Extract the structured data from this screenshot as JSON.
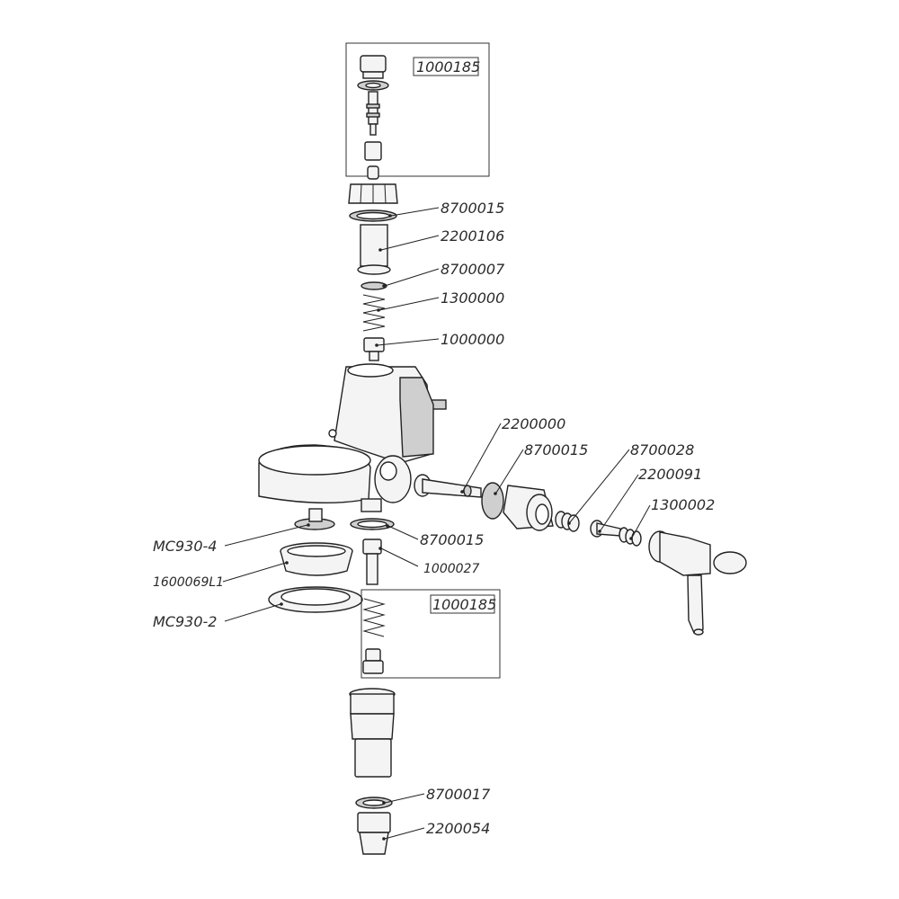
{
  "diagram": {
    "callouts": [
      {
        "id": "c-8700015-top",
        "text": "8700015"
      },
      {
        "id": "c-2200106",
        "text": "2200106"
      },
      {
        "id": "c-8700007",
        "text": "8700007"
      },
      {
        "id": "c-1300000",
        "text": "1300000"
      },
      {
        "id": "c-1000000",
        "text": "1000000"
      },
      {
        "id": "c-2200000",
        "text": "2200000"
      },
      {
        "id": "c-8700015-mid",
        "text": "8700015"
      },
      {
        "id": "c-8700028",
        "text": "8700028"
      },
      {
        "id": "c-2200091",
        "text": "2200091"
      },
      {
        "id": "c-1300002",
        "text": "1300002"
      },
      {
        "id": "c-mc930-4",
        "text": "MC930-4"
      },
      {
        "id": "c-8700015-low",
        "text": "8700015"
      },
      {
        "id": "c-1000027",
        "text": "1000027"
      },
      {
        "id": "c-1600069l1",
        "text": "1600069L1"
      },
      {
        "id": "c-mc930-2",
        "text": "MC930-2"
      },
      {
        "id": "c-8700017",
        "text": "8700017"
      },
      {
        "id": "c-2200054",
        "text": "2200054"
      }
    ],
    "kit_boxes": [
      {
        "id": "kit-top",
        "text": "1000185"
      },
      {
        "id": "kit-bottom",
        "text": "1000185"
      }
    ]
  }
}
